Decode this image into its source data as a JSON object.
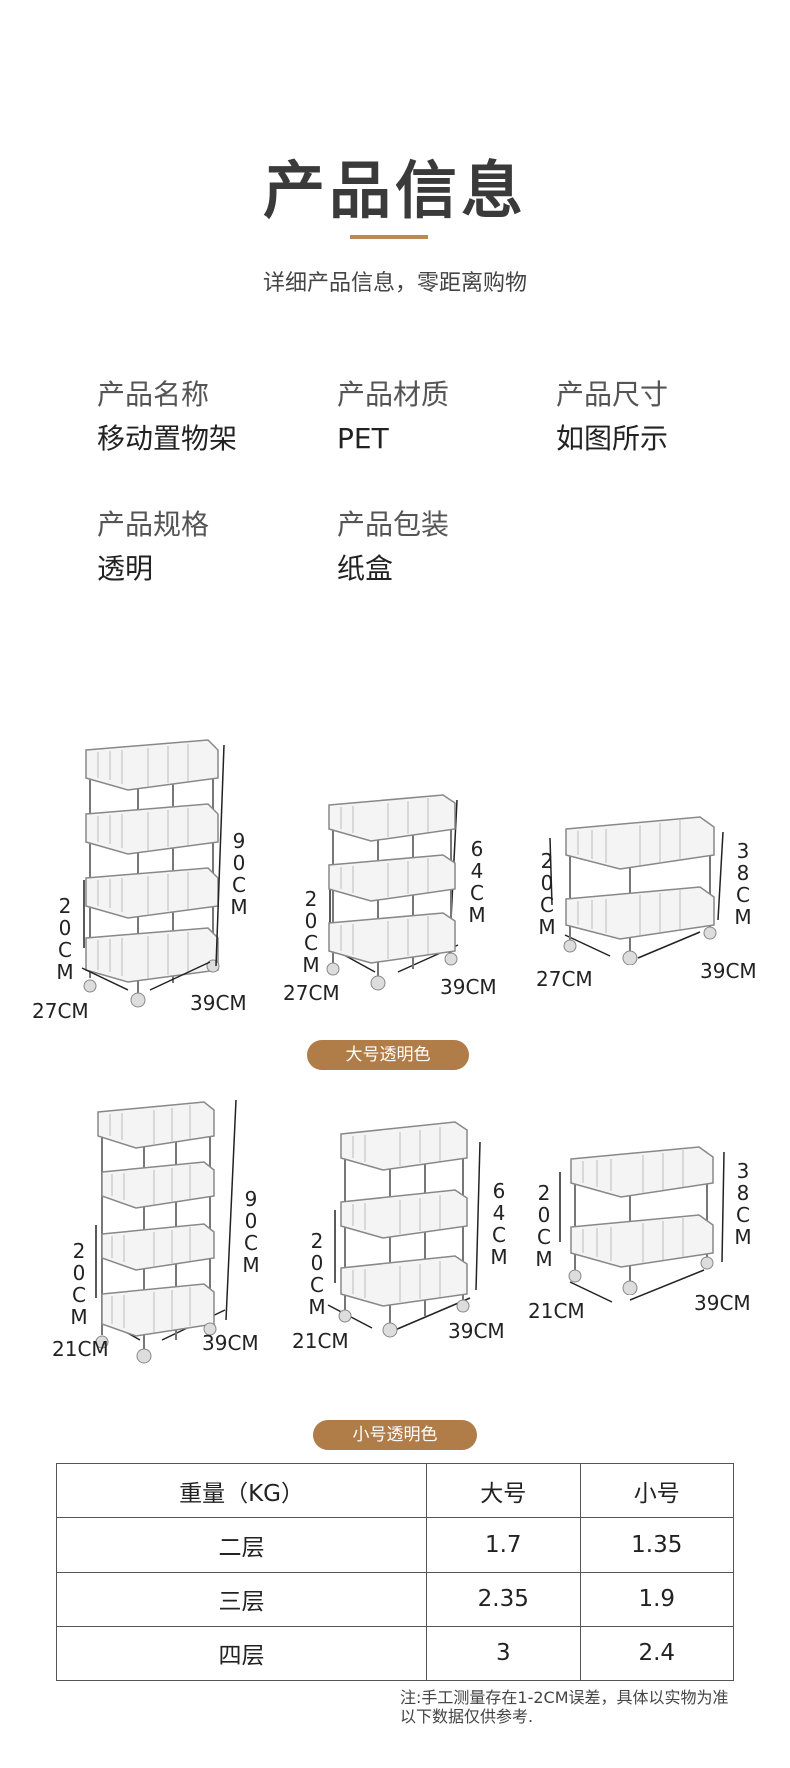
{
  "header": {
    "title": "产品信息",
    "subtitle": "详细产品信息，零距离购物"
  },
  "info": [
    {
      "label": "产品名称",
      "value": "移动置物架"
    },
    {
      "label": "产品材质",
      "value": "PET"
    },
    {
      "label": "产品尺寸",
      "value": "如图所示"
    },
    {
      "label": "产品规格",
      "value": "透明"
    },
    {
      "label": "产品包装",
      "value": "纸盒"
    }
  ],
  "large": {
    "badge": "大号透明色",
    "racks": [
      {
        "height": "90CM",
        "gap": "20CM",
        "depth": "27CM",
        "width": "39CM"
      },
      {
        "height": "64CM",
        "gap": "20CM",
        "depth": "27CM",
        "width": "39CM"
      },
      {
        "height": "38CM",
        "gap": "20CM",
        "depth": "27CM",
        "width": "39CM"
      }
    ]
  },
  "small": {
    "badge": "小号透明色",
    "racks": [
      {
        "height": "90CM",
        "gap": "20CM",
        "depth": "21CM",
        "width": "39CM"
      },
      {
        "height": "64CM",
        "gap": "20CM",
        "depth": "21CM",
        "width": "39CM"
      },
      {
        "height": "38CM",
        "gap": "20CM",
        "depth": "21CM",
        "width": "39CM"
      }
    ]
  },
  "weights": {
    "header": [
      "重量（KG）",
      "大号",
      "小号"
    ],
    "rows": [
      [
        "二层",
        "1.7",
        "1.35"
      ],
      [
        "三层",
        "2.35",
        "1.9"
      ],
      [
        "四层",
        "3",
        "2.4"
      ]
    ]
  },
  "note": {
    "line1": "注:手工测量存在1-2CM误差，具体以实物为准",
    "line2": "以下数据仅供参考."
  }
}
